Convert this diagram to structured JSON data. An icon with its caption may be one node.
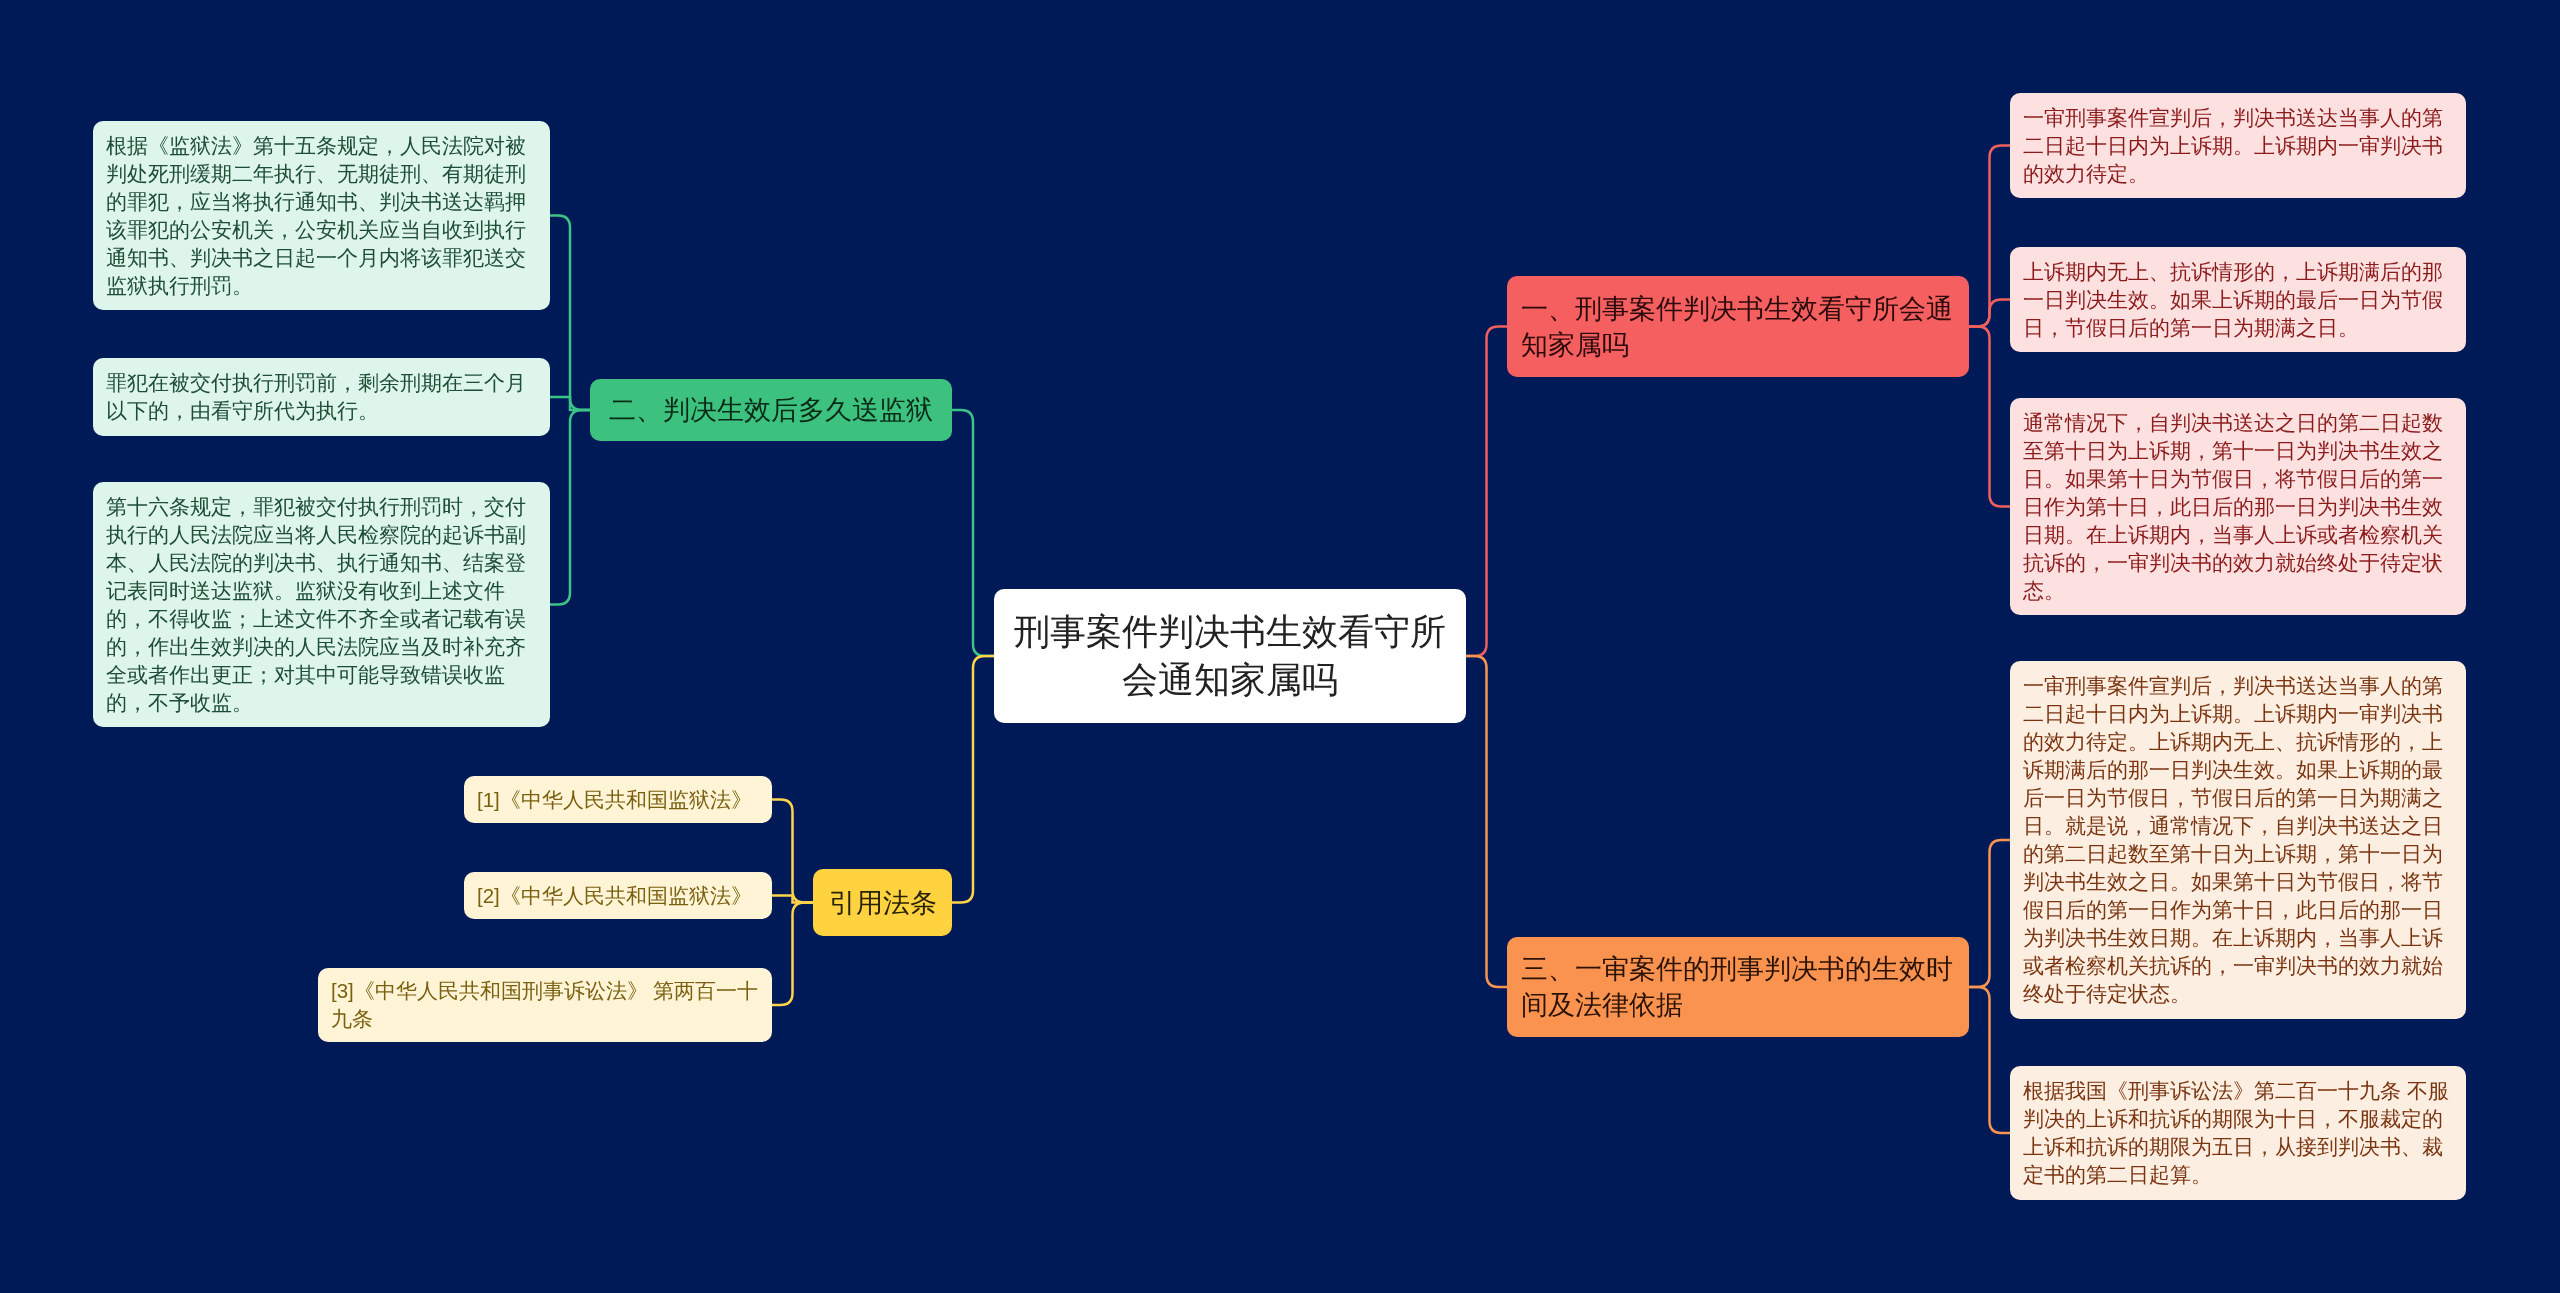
{
  "diagram": {
    "nodes": [
      {
        "text": [
          "刑事案件判决书生效看守所会通知家属吗"
        ]
      },
      {
        "text": [
          "一、刑事案件判决书生效看守所会通知家属吗"
        ]
      },
      {
        "text": [
          "一审刑事案件宣判后，判决书送达当事人的第二日起十日内为上诉期。上诉期内一审判决书的效力待定。"
        ]
      },
      {
        "text": [
          "上诉期内无上、抗诉情形的，上诉期满后的那一日判决生效。如果上诉期的最后一日为节假日，节假日后的第一日为期满之日。"
        ]
      },
      {
        "text": [
          "通常情况下，自判决书送达之日的第二日起数至第十日为上诉期，第十一日为判决书生效之日。如果第十日为节假日，将节假日后的第一日作为第十日，此日后的那一日为判决书生效日期。在上诉期内，当事人上诉或者检察机关抗诉的，一审判决书的效力就始终处于待定状态。"
        ]
      },
      {
        "text": [
          "三、一审案件的刑事判决书的生效时间及法律依据"
        ]
      },
      {
        "text": [
          "一审刑事案件宣判后，判决书送达当事人的第二日起十日内为上诉期。上诉期内一审判决书的效力待定。上诉期内无上、抗诉情形的，上诉期满后的那一日判决生效。如果上诉期的最后一日为节假日，节假日后的第一日为期满之日。就是说，通常情况下，自判决书送达之日的第二日起数至第十日为上诉期，第十一日为判决书生效之日。如果第十日为节假日，将节假日后的第一日作为第十日，此日后的那一日为判决书生效日期。在上诉期内，当事人上诉或者检察机关抗诉的，一审判决书的效力就始终处于待定状态。"
        ]
      },
      {
        "text": [
          "根据我国《刑事诉讼法》第二百一十九条 不服判决的上诉和抗诉的期限为十日，不服裁定的上诉和抗诉的期限为五日，从接到判决书、裁定书的第二日起算。"
        ]
      },
      {
        "text": [
          "二、判决生效后多久送监狱"
        ]
      },
      {
        "text": [
          "根据《监狱法》第十五条规定，人民法院对被判处死刑缓期二年执行、无期徒刑、有期徒刑的罪犯，应当将执行通知书、判决书送达羁押该罪犯的公安机关，公安机关应当自收到执行通知书、判决书之日起一个月内将该罪犯送交监狱执行刑罚。"
        ]
      },
      {
        "text": [
          "罪犯在被交付执行刑罚前，剩余刑期在三个月以下的，由看守所代为执行。"
        ]
      },
      {
        "text": [
          "第十六条规定，罪犯被交付执行刑罚时，交付执行的人民法院应当将人民检察院的起诉书副本、人民法院的判决书、执行通知书、结案登记表同时送达监狱。监狱没有收到上述文件的，不得收监；上述文件不齐全或者记载有误的，作出生效判决的人民法院应当及时补充齐全或者作出更正；对其中可能导致错误收监的，不予收监。"
        ]
      },
      {
        "text": [
          "引用法条"
        ]
      },
      {
        "text": [
          "[1]《中华人民共和国监狱法》"
        ]
      },
      {
        "text": [
          "[2]《中华人民共和国监狱法》"
        ]
      },
      {
        "text": [
          "[3]《中华人民共和国刑事诉讼法》 第两百一十九条"
        ]
      }
    ],
    "edges": [
      {
        "from": 0,
        "to": 1,
        "arrow": "none",
        "color": "#f0605c"
      },
      {
        "from": 1,
        "to": 2,
        "arrow": "none",
        "color": "#f0605c"
      },
      {
        "from": 1,
        "to": 3,
        "arrow": "none",
        "color": "#f0605c"
      },
      {
        "from": 1,
        "to": 4,
        "arrow": "none",
        "color": "#f0605c"
      },
      {
        "from": 0,
        "to": 5,
        "arrow": "none",
        "color": "#f99550"
      },
      {
        "from": 5,
        "to": 6,
        "arrow": "none",
        "color": "#f99550"
      },
      {
        "from": 5,
        "to": 7,
        "arrow": "none",
        "color": "#f99550"
      },
      {
        "from": 0,
        "to": 8,
        "arrow": "none",
        "color": "#3cc486"
      },
      {
        "from": 8,
        "to": 9,
        "arrow": "none",
        "color": "#3cc486"
      },
      {
        "from": 8,
        "to": 10,
        "arrow": "none",
        "color": "#3cc486"
      },
      {
        "from": 8,
        "to": 11,
        "arrow": "none",
        "color": "#3cc486"
      },
      {
        "from": 0,
        "to": 12,
        "arrow": "none",
        "color": "#ffd34a"
      },
      {
        "from": 12,
        "to": 13,
        "arrow": "none",
        "color": "#ffd34a"
      },
      {
        "from": 12,
        "to": 14,
        "arrow": "none",
        "color": "#ffd34a"
      },
      {
        "from": 12,
        "to": 15,
        "arrow": "none",
        "color": "#ffd34a"
      }
    ]
  }
}
